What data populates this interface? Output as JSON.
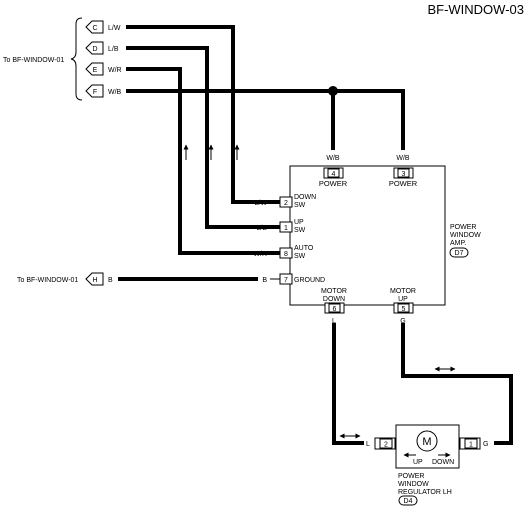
{
  "page_title": "BF-WINDOW-03",
  "left_connectors": {
    "link_label": "To BF-WINDOW-01",
    "items": [
      {
        "letter": "C",
        "wire": "L/W"
      },
      {
        "letter": "D",
        "wire": "L/B"
      },
      {
        "letter": "E",
        "wire": "W/R"
      },
      {
        "letter": "F",
        "wire": "W/B"
      }
    ]
  },
  "ground_link": {
    "link_label": "To BF-WINDOW-01",
    "letter": "H",
    "wire": "B"
  },
  "amp": {
    "name_lines": [
      "POWER",
      "WINDOW",
      "AMP."
    ],
    "code": "D7",
    "top_pins": [
      {
        "pin": "4",
        "wire": "W/B",
        "function": "POWER"
      },
      {
        "pin": "3",
        "wire": "W/B",
        "function": "POWER"
      }
    ],
    "left_pins": [
      {
        "pin": "2",
        "wire": "L/W",
        "function_lines": [
          "DOWN",
          "SW"
        ]
      },
      {
        "pin": "1",
        "wire": "L/B",
        "function_lines": [
          "UP",
          "SW"
        ]
      },
      {
        "pin": "8",
        "wire": "W/R",
        "function_lines": [
          "AUTO",
          "SW"
        ]
      },
      {
        "pin": "7",
        "wire": "B",
        "function_lines": [
          "GROUND"
        ]
      }
    ],
    "bottom_pins": [
      {
        "pin": "6",
        "wire": "L",
        "function_lines": [
          "MOTOR",
          "DOWN"
        ]
      },
      {
        "pin": "5",
        "wire": "G",
        "function_lines": [
          "MOTOR",
          "UP"
        ]
      }
    ]
  },
  "regulator": {
    "name_lines": [
      "POWER",
      "WINDOW",
      "REGULATOR LH"
    ],
    "code": "D4",
    "motor_symbol": "M",
    "up_label": "UP",
    "down_label": "DOWN",
    "left_pin": {
      "pin": "2",
      "wire": "L"
    },
    "right_pin": {
      "pin": "1",
      "wire": "G"
    }
  }
}
